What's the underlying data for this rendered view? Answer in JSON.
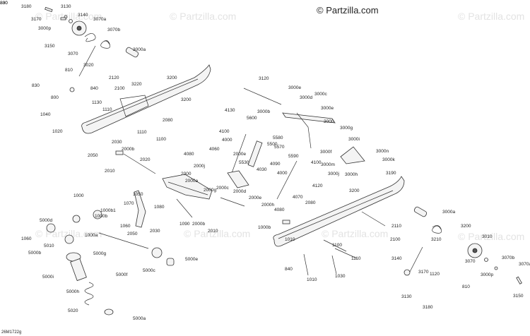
{
  "brand": "© Partzilla.com",
  "watermark": "© Partzilla.com",
  "diagram_code": "26M1722g",
  "callouts": [
    "3180",
    "3130",
    "3170",
    "3140",
    "3070a",
    "3000p",
    "3070b",
    "3150",
    "3070",
    "3000a",
    "3020",
    "810",
    "830",
    "800",
    "2120",
    "840",
    "2100",
    "3220",
    "3200",
    "1130",
    "1110",
    "3200",
    "1040",
    "2080",
    "1020",
    "1110",
    "1100",
    "2030",
    "2000b",
    "2050",
    "2020",
    "2010",
    "3120",
    "3000e",
    "3000d",
    "3000c",
    "3000e",
    "3000b",
    "3000",
    "4130",
    "5600",
    "4100",
    "5580",
    "4000",
    "5570",
    "5590",
    "4080",
    "4060",
    "5500",
    "2000e",
    "2000j",
    "5530",
    "4030",
    "4090",
    "4000",
    "4100",
    "2000",
    "2000a",
    "2000c",
    "2000d",
    "2000e",
    "2000g",
    "2000h",
    "4070",
    "4080",
    "2080",
    "4120",
    "3000g",
    "3000f",
    "3000i",
    "3000n",
    "3000m",
    "3000j",
    "3000h",
    "3000k",
    "3190",
    "3200",
    "3000a",
    "1000",
    "1050",
    "1070",
    "1000b1",
    "1000b",
    "5000d",
    "1080",
    "1060",
    "1090",
    "2000b",
    "2010",
    "2030",
    "2050",
    "1060",
    "1000a",
    "5010",
    "5000b",
    "5000g",
    "5000i",
    "5000f",
    "5000h",
    "5020",
    "5000a",
    "5000c",
    "5000e",
    "1000b",
    "1010",
    "1100",
    "1110",
    "2100",
    "2110",
    "3210",
    "3200",
    "3010",
    "3070b",
    "3070",
    "3000p",
    "3070a",
    "3140",
    "3170",
    "840",
    "1010",
    "1030",
    "1120",
    "810",
    "3150",
    "3130",
    "3180",
    "800",
    "830"
  ]
}
